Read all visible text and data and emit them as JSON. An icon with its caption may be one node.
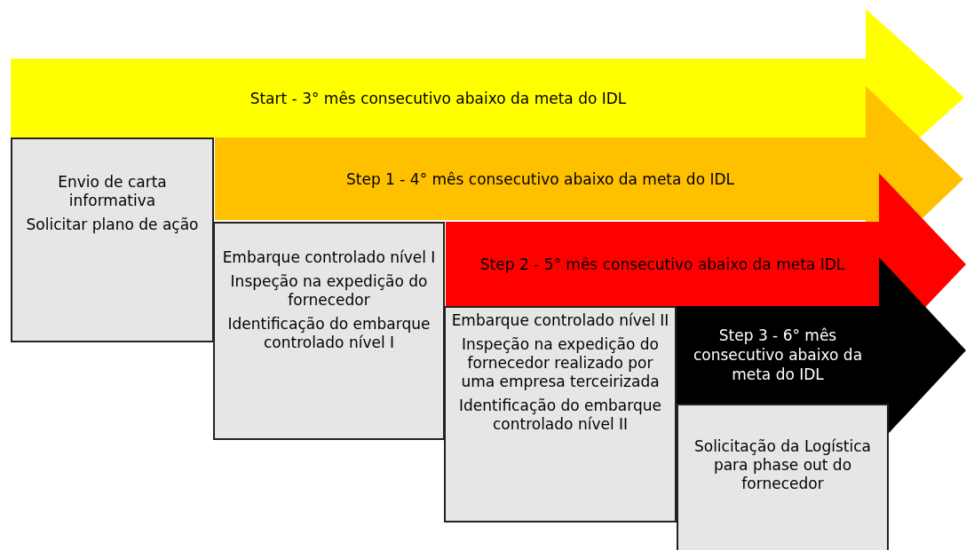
{
  "diagram": {
    "nodes": [
      {
        "text": [
          "Start - 3° mês consecutivo abaixo da meta do IDL"
        ]
      },
      {
        "text": [
          "Envio de carta informativa",
          "Solicitar plano de ação"
        ]
      },
      {
        "text": [
          "Step 1 - 4° mês consecutivo abaixo da meta do IDL"
        ]
      },
      {
        "text": [
          "Embarque controlado nível I",
          "Inspeção na expedição do fornecedor",
          "Identificação do embarque controlado nível I"
        ]
      },
      {
        "text": [
          "Step 2 - 5° mês consecutivo abaixo da meta IDL"
        ]
      },
      {
        "text": [
          "Embarque controlado nível II",
          "Inspeção na expedição do fornecedor realizado por uma empresa terceirizada",
          "Identificação do embarque controlado nível II"
        ]
      },
      {
        "text": [
          "Step 3 - 6° mês consecutivo abaixo da meta do IDL"
        ]
      },
      {
        "text": [
          "Solicitação da Logística para phase out do fornecedor"
        ]
      }
    ]
  }
}
